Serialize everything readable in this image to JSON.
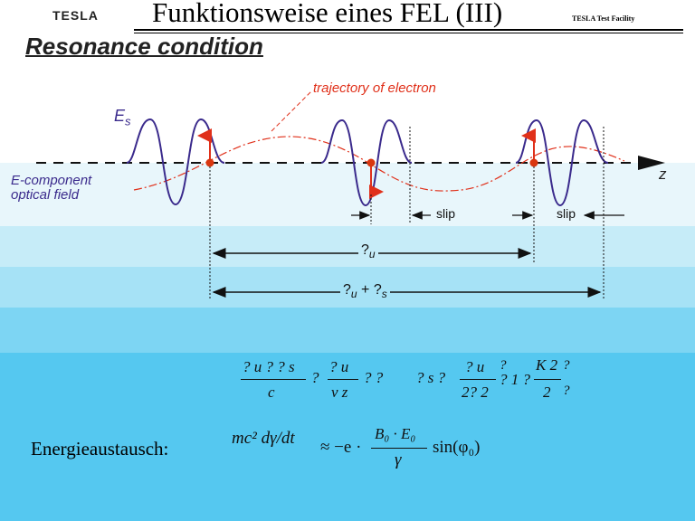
{
  "header": {
    "logo_text": "TESLA",
    "title": "Funktionsweise eines FEL (III)",
    "facility": "TESLA Test Facility"
  },
  "subtitle": "Resonance condition",
  "diagram": {
    "trajectory_label": "trajectory of electron",
    "field_symbol": "E",
    "field_subscript": "s",
    "e_component_line1": "E-component",
    "e_component_line2": "optical field",
    "axis_label": "z",
    "slip_label_1": "slip",
    "slip_label_2": "slip",
    "lambda_u_label": "?",
    "lambda_u_sub": "u",
    "lambda_us_label_a": "?",
    "lambda_us_sub_a": "u",
    "lambda_us_plus": " + ?",
    "lambda_us_sub_b": "s"
  },
  "equations": {
    "resonance_num_left": "? u ? ? s",
    "resonance_den_left": "c",
    "resonance_mid1": "?",
    "resonance_num_mid": "? u",
    "resonance_den_mid": "v z",
    "resonance_mid2": "?   ?",
    "resonance_lambda_s": "? s  ?",
    "resonance_num_right": "? u",
    "resonance_den_right": "2? 2",
    "resonance_paren": "? 1 ?",
    "resonance_k_num": "K 2",
    "resonance_k_den": "2",
    "resonance_tail_top": "?",
    "resonance_tail_bot": "?",
    "energie_label": "Energieaustausch:",
    "energy_lhs": "mc² dγ/dt",
    "energy_approx": "≈ −e ·",
    "energy_frac_num": "B₀ · E₀",
    "energy_frac_den": "γ",
    "energy_tail": "sin(φ₀)"
  },
  "colors": {
    "wave": "#3a2a8c",
    "trajectory": "#e0301a",
    "arrow_red": "#e0301a",
    "electron": "#d9360f",
    "text_label_blue": "#3a2a8c",
    "axis": "#111111"
  }
}
